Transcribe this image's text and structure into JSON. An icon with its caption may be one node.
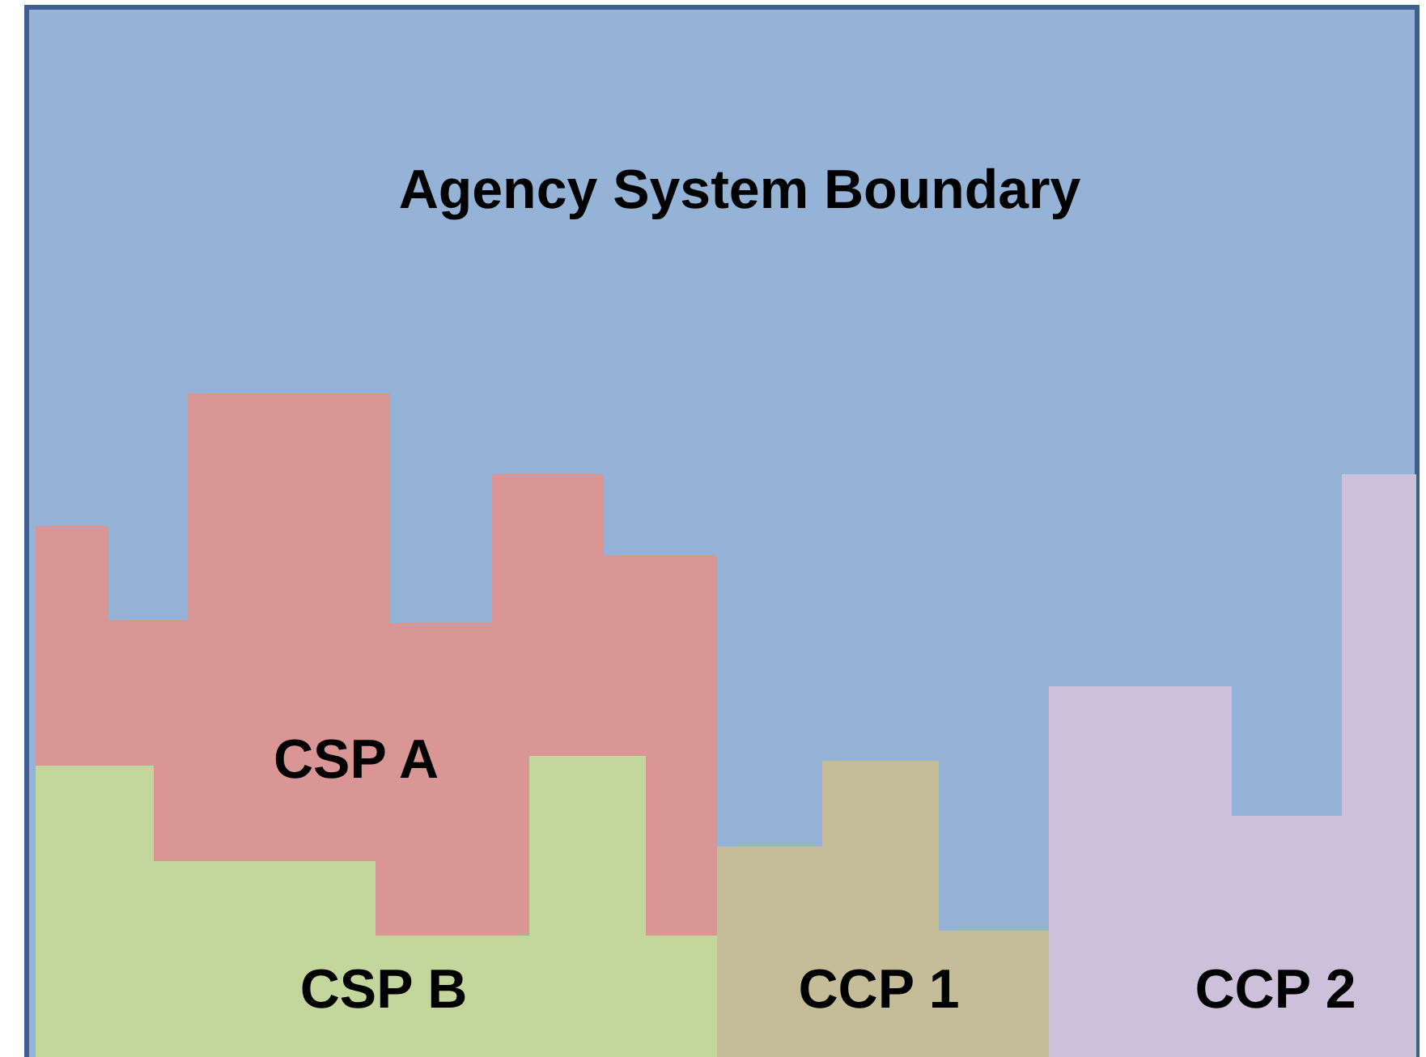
{
  "diagram": {
    "nodes": [
      {
        "text": [
          "Agency System Boundary"
        ]
      },
      {
        "text": [
          "CSP A"
        ],
        "in": 0
      },
      {
        "text": [
          "CSP B"
        ],
        "in": 0
      },
      {
        "text": [
          "CCP 1"
        ],
        "in": 0
      },
      {
        "text": [
          "CCP 2"
        ],
        "in": 0
      }
    ]
  }
}
